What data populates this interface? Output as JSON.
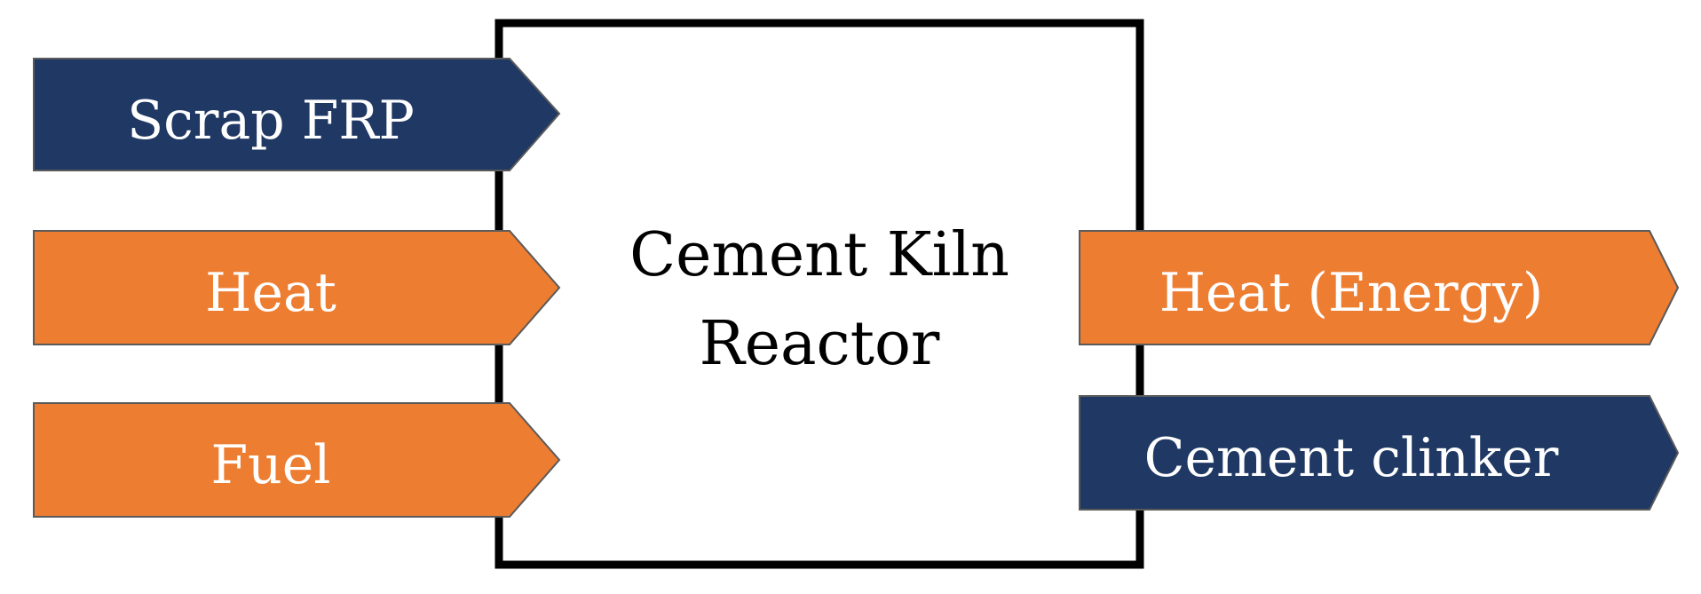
{
  "reactor": {
    "line1": "Cement Kiln",
    "line2": "Reactor"
  },
  "inputs": [
    {
      "label": "Scrap FRP",
      "color": "#1F3864"
    },
    {
      "label": "Heat",
      "color": "#ED7D31"
    },
    {
      "label": "Fuel",
      "color": "#ED7D31"
    }
  ],
  "outputs": [
    {
      "label": "Heat (Energy)",
      "color": "#ED7D31"
    },
    {
      "label": "Cement clinker",
      "color": "#1F3864"
    }
  ],
  "colors": {
    "navy": "#1F3864",
    "orange": "#ED7D31",
    "outline": "#000000"
  }
}
